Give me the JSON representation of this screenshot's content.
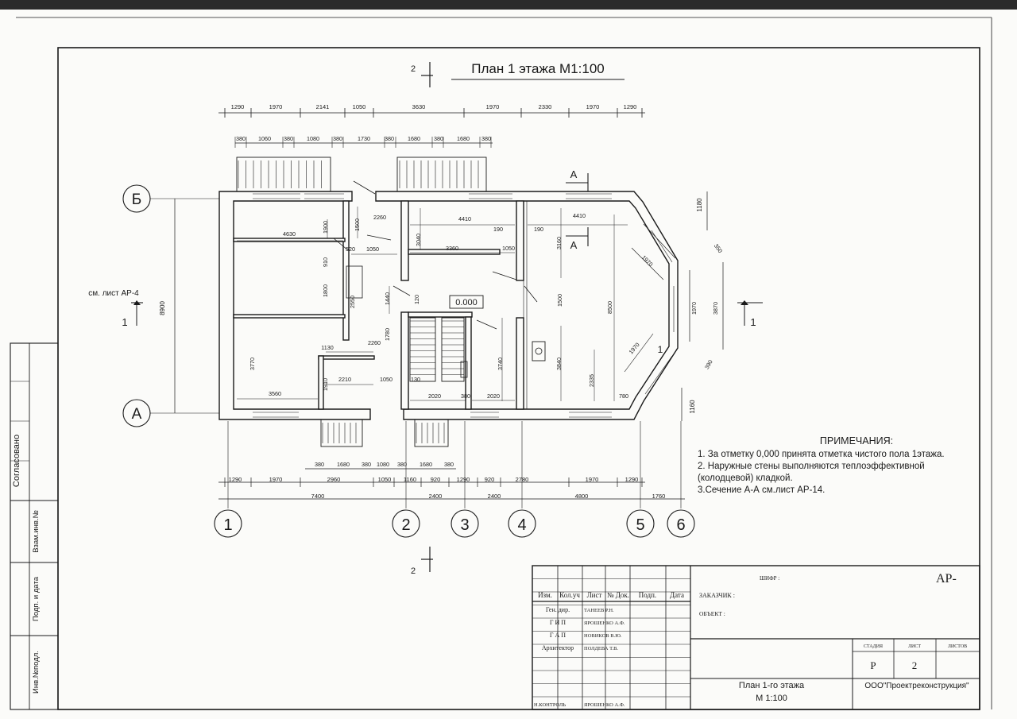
{
  "title": "План 1 этажа М1:100",
  "elevation": "0.000",
  "section_refs": {
    "sec_a_top": "A",
    "sec_a_bottom": "A",
    "sec_1_left": "1",
    "sec_1_right": "1",
    "sec_2_top": "2",
    "sec_2_bottom": "2",
    "see_sheet": "см. лист АР-4",
    "bay_mark": "1"
  },
  "axes": {
    "columns": [
      "1",
      "2",
      "3",
      "4",
      "5",
      "6"
    ],
    "rows": [
      "Б",
      "А"
    ]
  },
  "dims": {
    "top_main": [
      "1290",
      "1970",
      "2141",
      "1050",
      "3630",
      "1970",
      "2330",
      "1970",
      "1290"
    ],
    "top_detail": [
      "380",
      "1060",
      "380",
      "1080",
      "380",
      "1730",
      "380",
      "1680",
      "380",
      "1680",
      "380"
    ],
    "bottom_detail": [
      "380",
      "1680",
      "380",
      "1080",
      "380",
      "1680",
      "380"
    ],
    "bottom_main": [
      "1290",
      "1970",
      "2960",
      "1050",
      "1160",
      "920",
      "1290",
      "920",
      "2780",
      "1970",
      "1290"
    ],
    "bottom_axes": [
      "7400",
      "2400",
      "2400",
      "4800",
      "1760"
    ],
    "left_total": "8900",
    "right_top": "1180",
    "right_bottom": "1160",
    "bay": [
      "350",
      "1970",
      "3870",
      "390",
      "1970",
      "1970"
    ],
    "interior": [
      "4630",
      "1900",
      "1500",
      "2260",
      "520",
      "1050",
      "910",
      "1800",
      "2550",
      "3770",
      "1130",
      "2260",
      "1910",
      "2210",
      "1050",
      "3560",
      "4410",
      "190",
      "3040",
      "3360",
      "1050",
      "1440",
      "120",
      "1780",
      "130",
      "2020",
      "380",
      "2020",
      "3740",
      "190",
      "4410",
      "3160",
      "1500",
      "8500",
      "3840",
      "2335",
      "780"
    ]
  },
  "notes": {
    "heading": "ПРИМЕЧАНИЯ:",
    "items": [
      "1. За отметку 0,000 принята отметка чистого пола 1этажа.",
      "2. Наружные стены выполняются теплоэффективной",
      "(колодцевой) кладкой.",
      "3.Сечение А-А см.лист АР-14."
    ]
  },
  "side_stamp": {
    "agreed": "Согласовано",
    "cells": [
      "Взам.инв.№",
      "Подп. и дата",
      "Инв.№подл."
    ]
  },
  "title_block": {
    "cols": [
      "Изм.",
      "Кол.уч",
      "Лист",
      "№ Док.",
      "Подп.",
      "Дата"
    ],
    "rows": [
      {
        "role": "Ген. дир.",
        "name": "ТАНЕЕВ Р.Н."
      },
      {
        "role": "Г И П",
        "name": "ЯРОШЕНКО А.Ф."
      },
      {
        "role": "Г А П",
        "name": "НОВИКОВ В.Ю."
      },
      {
        "role": "Архитектор",
        "name": "ПОЛДЕВА Т.В."
      }
    ],
    "nkontrol": "Н.КОНТРОЛЬ",
    "nkontrol_name": "ЯРОШЕНКО А.Ф.",
    "cipher_label": "ШИФР :",
    "cipher": "АР-",
    "customer_label": "ЗАКАЗЧИК :",
    "object_label": "ОБЪЕКТ :",
    "stage_label": "СТАДИЯ",
    "sheet_label": "ЛИСТ",
    "sheets_label": "ЛИСТОВ",
    "stage": "Р",
    "sheet": "2",
    "drawing_name": "План 1-го этажа",
    "drawing_scale": "М 1:100",
    "company": "ООО\"Проектреконструкция\""
  }
}
